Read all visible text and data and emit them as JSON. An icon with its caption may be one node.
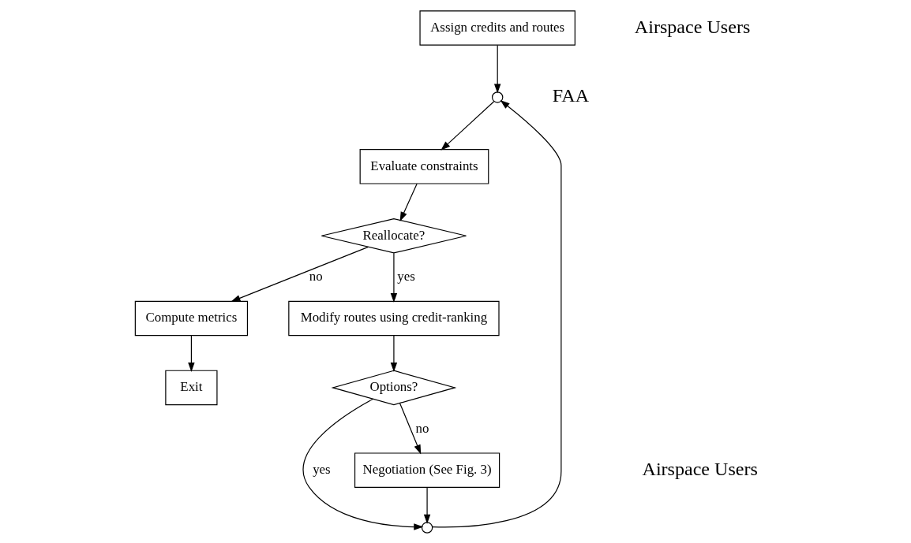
{
  "diagram": {
    "nodes": [
      {
        "text": [
          "Assign credits and routes"
        ]
      },
      {
        "text": [],
        "shape": "circle"
      },
      {
        "text": [
          "Evaluate constraints"
        ]
      },
      {
        "text": [
          "Reallocate?"
        ]
      },
      {
        "text": [
          "Compute metrics"
        ]
      },
      {
        "text": [
          "Exit"
        ]
      },
      {
        "text": [
          "Modify routes using credit-ranking"
        ]
      },
      {
        "text": [
          "Options?"
        ]
      },
      {
        "text": [],
        "shape": "circle"
      },
      {
        "text": [
          "Negotiation (See Fig. 3)"
        ]
      }
    ],
    "edges": [
      {
        "from": 0,
        "to": 1,
        "arrow": "to"
      },
      {
        "from": 1,
        "to": 2,
        "arrow": "to"
      },
      {
        "from": 2,
        "to": 3,
        "arrow": "to"
      },
      {
        "from": 3,
        "to": 4,
        "arrow": "to",
        "label": "no"
      },
      {
        "from": 4,
        "to": 5,
        "arrow": "to"
      },
      {
        "from": 3,
        "to": 6,
        "arrow": "to",
        "label": "yes"
      },
      {
        "from": 6,
        "to": 7,
        "arrow": "to"
      },
      {
        "from": 7,
        "to": 8,
        "arrow": "to",
        "label": "yes"
      },
      {
        "from": 8,
        "to": 1,
        "arrow": "to"
      },
      {
        "from": 9,
        "to": 8,
        "arrow": "to"
      },
      {
        "from": 7,
        "to": 9,
        "arrow": "to",
        "label": "no"
      }
    ],
    "labels": [
      "Airspace Users",
      "FAA",
      "Airspace Users"
    ]
  }
}
